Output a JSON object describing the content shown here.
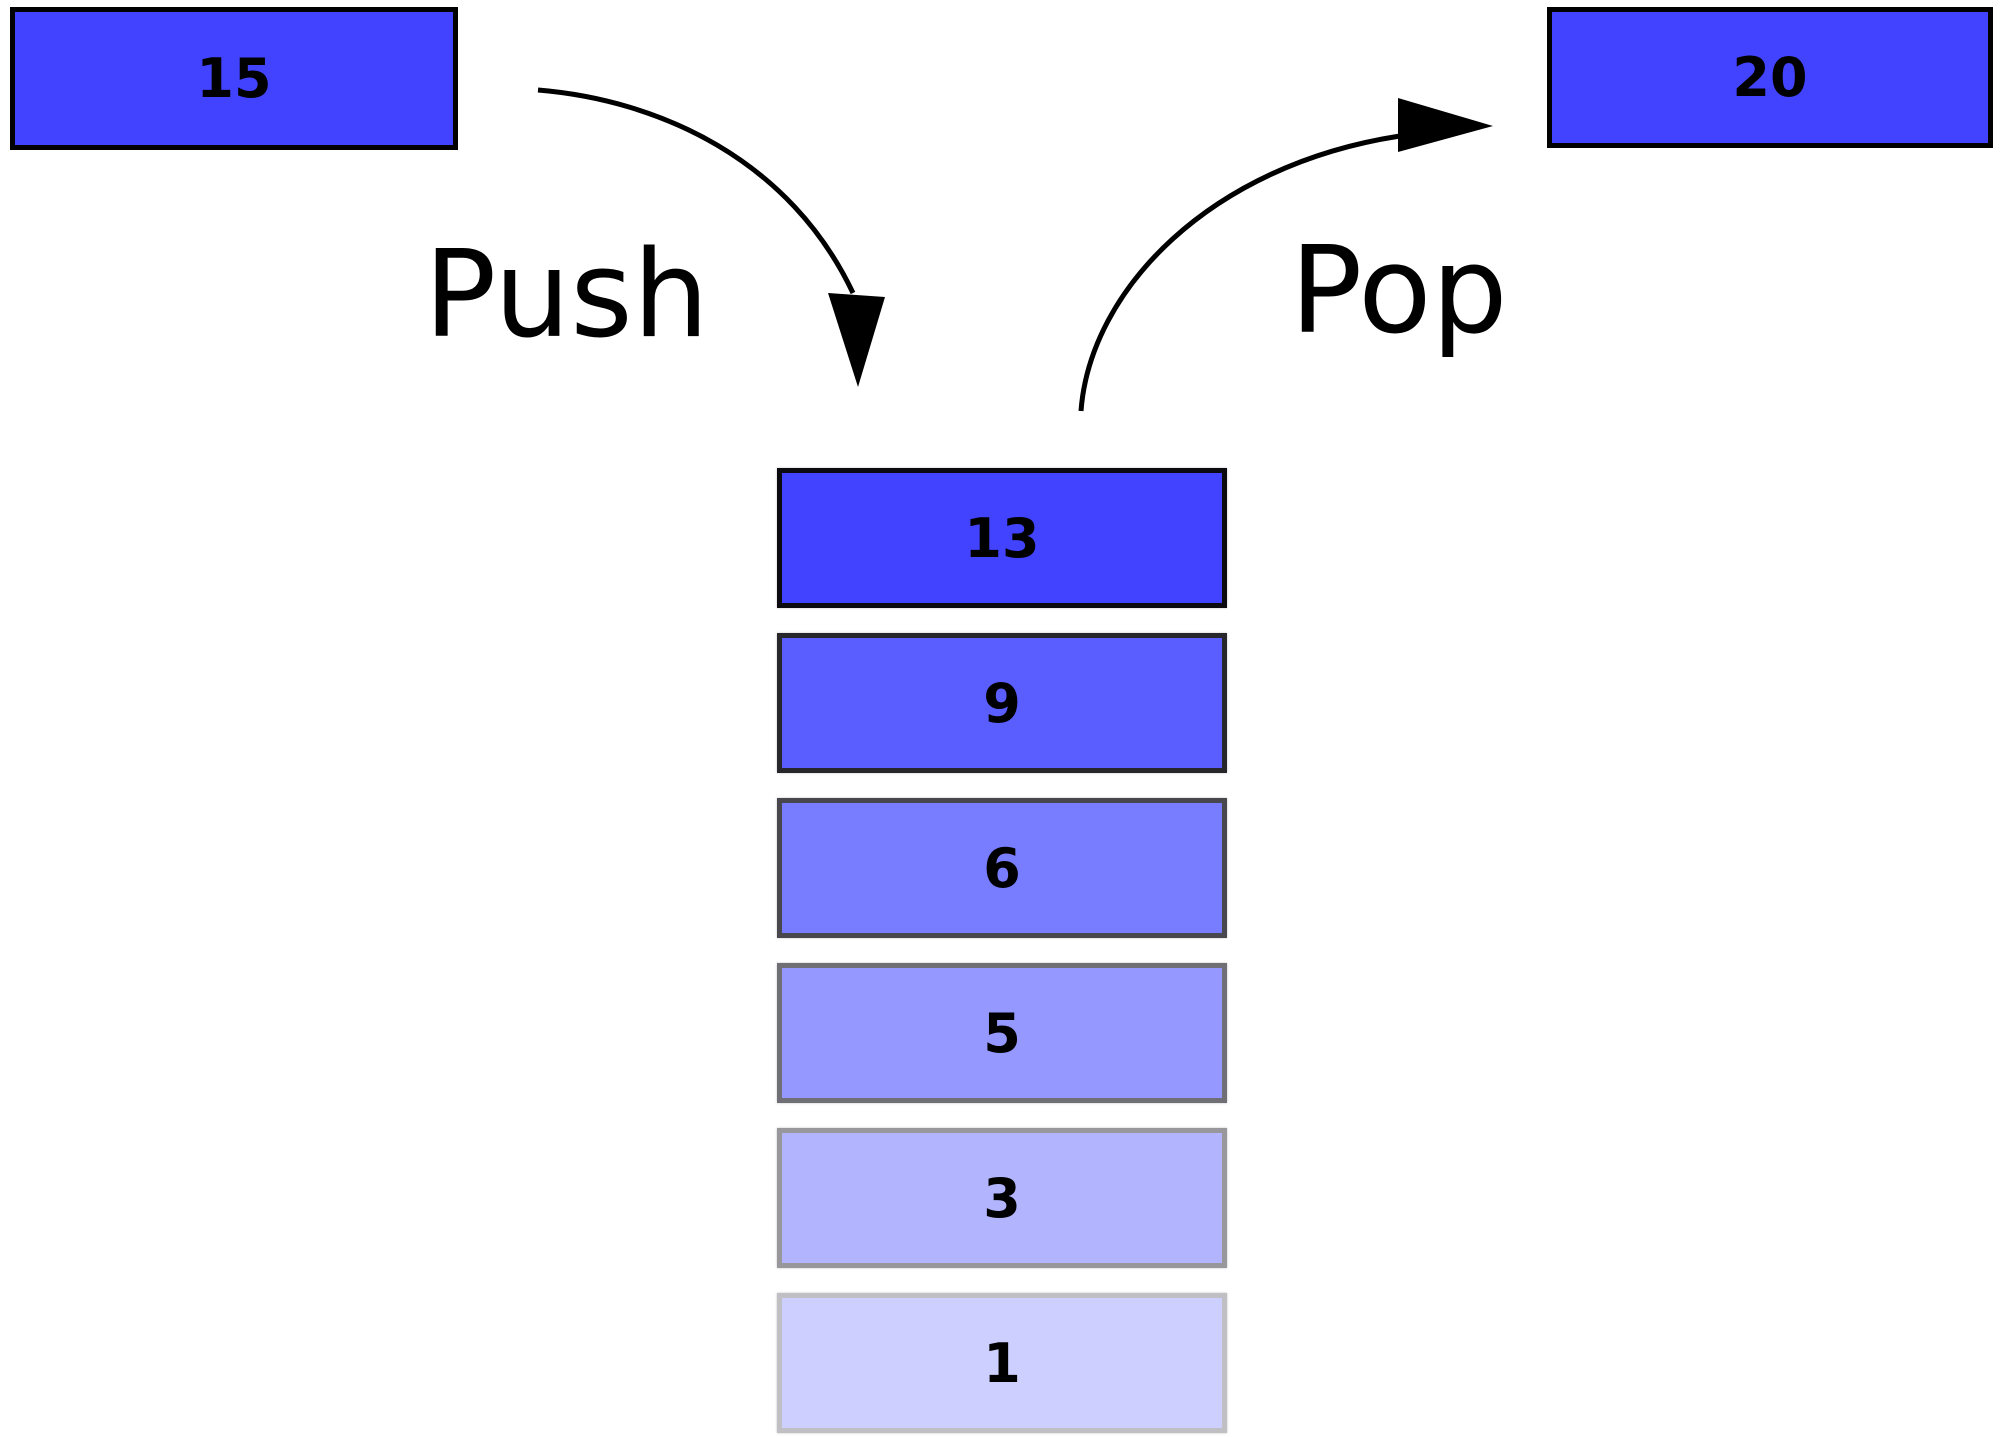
{
  "diagram": {
    "title_hint": "stack push-pop diagram",
    "push_label": "Push",
    "pop_label": "Pop",
    "incoming_box": {
      "value": "15",
      "fill": "#4143fe",
      "border": "#000000"
    },
    "outgoing_box": {
      "value": "20",
      "fill": "#4143fe",
      "border": "#000000"
    },
    "stack": {
      "items": [
        {
          "value": "13",
          "fill": "#4143fe",
          "border": "#0a0a0f"
        },
        {
          "value": "9",
          "fill": "#5a5efe",
          "border": "#26262b"
        },
        {
          "value": "6",
          "fill": "#787cfe",
          "border": "#47474d"
        },
        {
          "value": "5",
          "fill": "#9598fe",
          "border": "#6f6f75"
        },
        {
          "value": "3",
          "fill": "#b2b4fe",
          "border": "#97979c"
        },
        {
          "value": "1",
          "fill": "#cdcffe",
          "border": "#bfbfc4"
        }
      ]
    },
    "colors": {
      "background": "#ffffff",
      "arrow": "#000000",
      "text": "#000000",
      "top_of_stack_blue": "#4143fe",
      "bottom_of_stack_blue": "#cdcffe"
    }
  }
}
